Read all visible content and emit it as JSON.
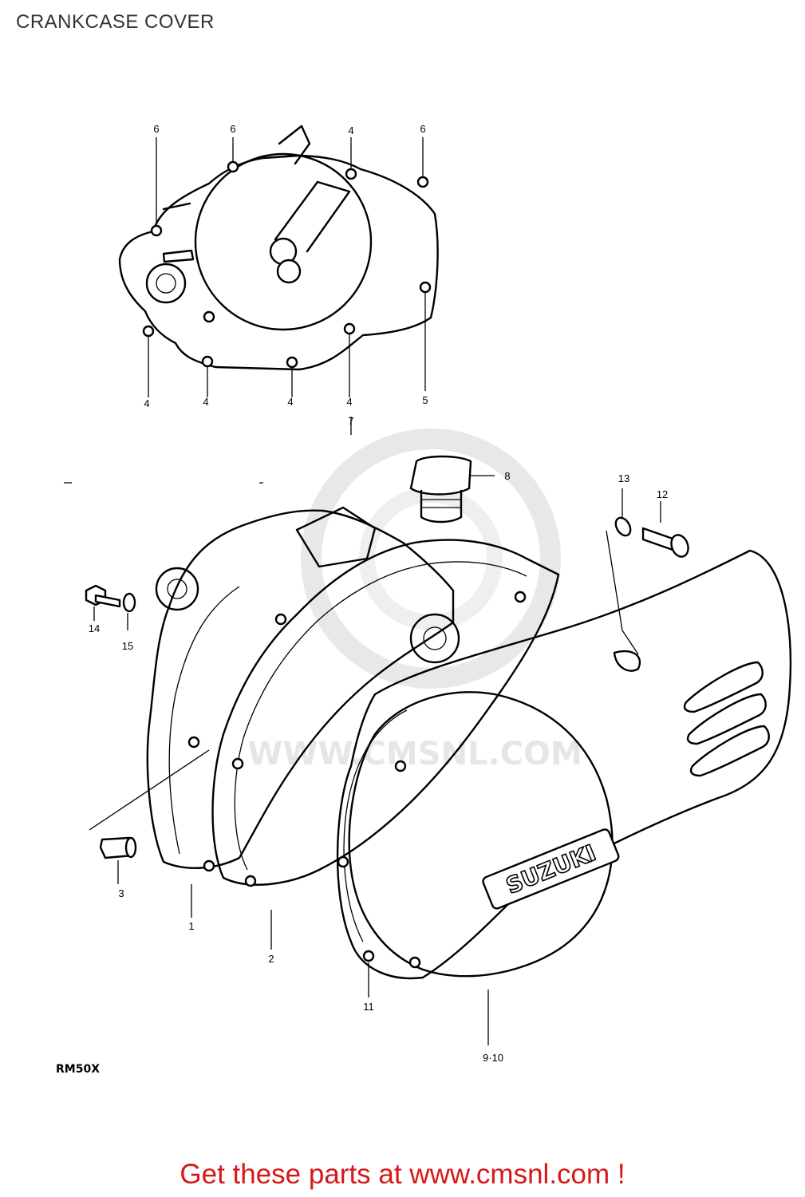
{
  "title": "CRANKCASE COVER",
  "model": "RM50X",
  "watermark": "WWW.CMSNL.COM",
  "footer": "Get these parts at www.cmsnl.com !",
  "logo_text": "SUZUKI",
  "callouts": {
    "c6a": "6",
    "c6b": "6",
    "c4a": "4",
    "c6c": "6",
    "c4b": "4",
    "c4c": "4",
    "c4d": "4",
    "c4e": "4",
    "c5": "5",
    "c7": "7",
    "c8": "8",
    "c13": "13",
    "c12": "12",
    "c14": "14",
    "c15": "15",
    "c3": "3",
    "c1": "1",
    "c2": "2",
    "c11": "11",
    "c910": "9·10"
  },
  "colors": {
    "footer": "#d81818",
    "watermark": "#e4e4e4",
    "line": "#000000"
  }
}
